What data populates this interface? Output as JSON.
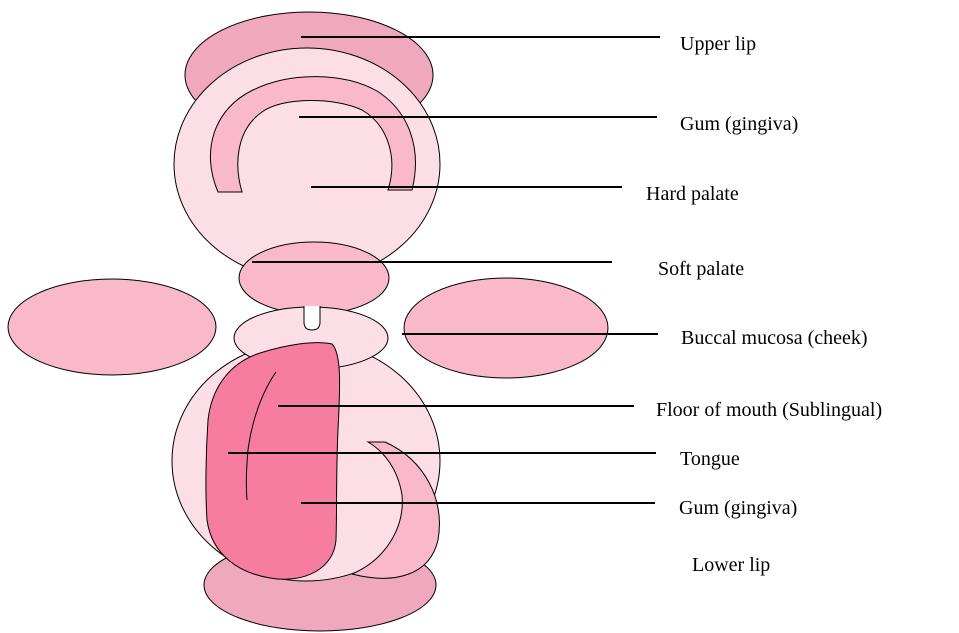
{
  "labels": {
    "upper_lip": "Upper lip",
    "upper_gum": "Gum (gingiva)",
    "hard_palate": "Hard palate",
    "soft_palate": "Soft palate",
    "buccal_mucosa": "Buccal mucosa (cheek)",
    "floor_of_mouth": "Floor of mouth (Sublingual)",
    "tongue": "Tongue",
    "lower_gum": "Gum (gingiva)",
    "lower_lip": "Lower lip"
  },
  "colors": {
    "lip": "#f0a8bf",
    "light_tissue": "#fcdfe6",
    "gum": "#f9b9cb",
    "tongue": "#f67ca0",
    "outline": "#000000"
  }
}
